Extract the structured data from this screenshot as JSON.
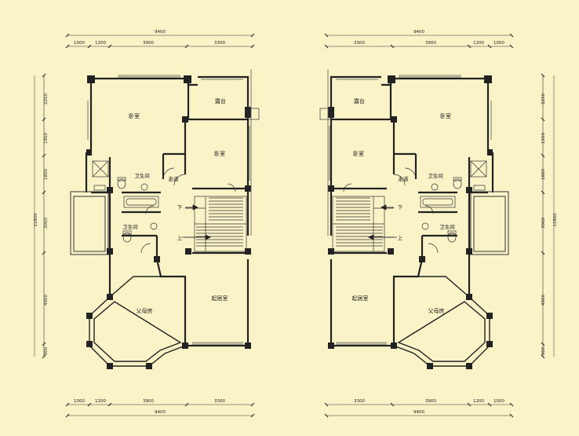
{
  "colors": {
    "background": "#faf3c8",
    "wall": "#222222",
    "line": "#333333",
    "fill": "#faf3c8"
  },
  "left": {
    "top_total": "9400",
    "top_segments": [
      "1000",
      "1200",
      "3900",
      "3300"
    ],
    "bottom_segments": [
      "1000",
      "1200",
      "3900",
      "3300"
    ],
    "bottom_total": "9400",
    "side_total": "11800",
    "side_segments": [
      "2250",
      "1950",
      "1800",
      "3000",
      "4900",
      "900"
    ],
    "rooms": {
      "bedroom_main": "卧室",
      "terrace": "露台",
      "bedroom_small": "卧室",
      "bath_upper": "卫生间",
      "corridor": "走道",
      "bath_lower": "卫生间",
      "down": "下",
      "up": "上",
      "master": "父母房",
      "living": "起居室"
    }
  },
  "right": {
    "top_total": "9400",
    "top_segments": [
      "3300",
      "3900",
      "1200",
      "1000"
    ],
    "bottom_segments": [
      "3300",
      "3900",
      "1200",
      "1000"
    ],
    "bottom_total": "9400",
    "side_total": "11800",
    "side_segments": [
      "2250",
      "1950",
      "1800",
      "3000",
      "4900",
      "900"
    ],
    "rooms": {
      "bedroom_main": "卧室",
      "terrace": "露台",
      "bedroom_small": "卧室",
      "bath_upper": "卫生间",
      "corridor": "走道",
      "bath_lower": "卫生间",
      "down": "下",
      "up": "上",
      "master": "父母房",
      "living": "起居室"
    }
  }
}
